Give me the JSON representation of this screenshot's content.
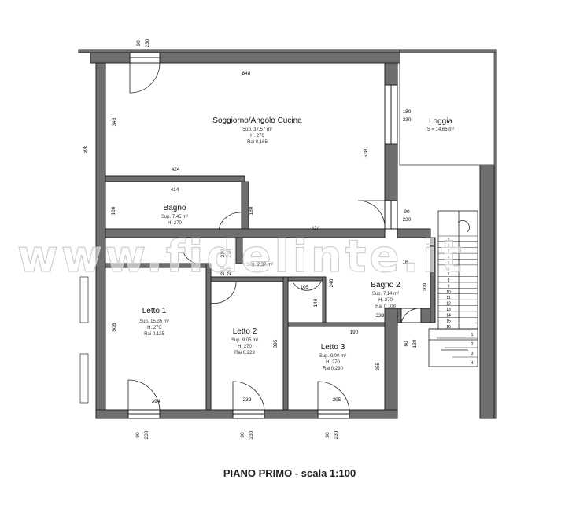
{
  "rooms": {
    "soggiorno": {
      "name": "Soggiorno/Angolo Cucina",
      "sup": "Sup. 37,57 m²",
      "h": "H. 270",
      "rai": "Rai 0,165"
    },
    "loggia": {
      "name": "Loggia",
      "sup": "S = 14,66 m²"
    },
    "bagno": {
      "name": "Bagno",
      "sup": "Sup. 7,45 m²",
      "h": "H. 270"
    },
    "disimpegno": {
      "sup": "Sup. 2,32 m²"
    },
    "bagno2": {
      "name": "Bagno 2",
      "sup": "Sup. 7,14 m²",
      "h": "H. 270",
      "rai": "Rai 0,108"
    },
    "letto1": {
      "name": "Letto 1",
      "sup": "Sup. 15,35 m²",
      "h": "H. 270",
      "rai": "Rai 0,135"
    },
    "letto2": {
      "name": "Letto 2",
      "sup": "Sup. 9,05 m²",
      "h": "H. 270",
      "rai": "Rai 0,229"
    },
    "letto3": {
      "name": "Letto 3",
      "sup": "Sup. 9,00 m²",
      "h": "H. 270",
      "rai": "Rai 0,230"
    }
  },
  "dimensions": {
    "top_width": "848",
    "left_height": "508",
    "soggiorno_depth": "348",
    "right_depth": "538",
    "bagno_width_top": "424",
    "bagno_width": "414",
    "bagno_depth": "180",
    "bagno_right": "180",
    "corridor_width": "424",
    "corridor_depth": "16",
    "bagno2_depth": "209",
    "bagno2_width": "333",
    "bagno2_left": "240",
    "small_door": "105",
    "door140": "140",
    "b3_top": "190",
    "letto1_depth": "505",
    "letto1_width": "394",
    "letto2_depth": "395",
    "letto2_width": "239",
    "letto3_depth": "255",
    "letto3_width": "295"
  },
  "openings": {
    "top_90": "90",
    "top_230": "230",
    "loggia_180": "180",
    "loggia_230": "230",
    "right_90": "90",
    "right_230": "230",
    "door_210_a": "210",
    "door_210_b": "210",
    "door_210_c": "210",
    "door_210_d": "210",
    "stair_60": "60",
    "stair_130": "130",
    "b1_90": "90",
    "b1_230": "230",
    "b2_90": "90",
    "b2_230": "230",
    "b3_90": "90",
    "b3_230": "230"
  },
  "stairs": {
    "steps": [
      "1",
      "2",
      "3",
      "4",
      "5",
      "6",
      "7",
      "8",
      "9",
      "10",
      "11",
      "12",
      "13",
      "14",
      "15",
      "16"
    ],
    "lower": [
      "1",
      "2",
      "3",
      "4"
    ]
  },
  "watermark": "www.fidelinte.it",
  "title": "PIANO PRIMO - scala 1:100"
}
